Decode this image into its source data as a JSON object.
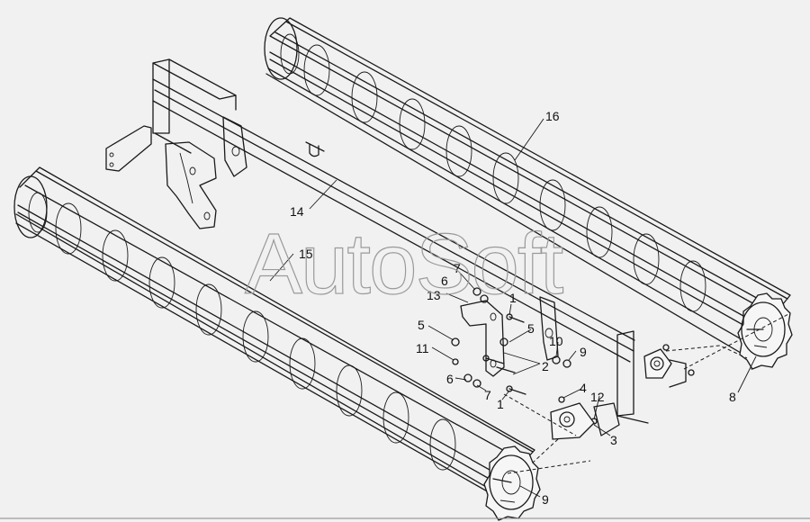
{
  "watermark": "AutoSoft",
  "callouts": [
    {
      "id": "c16",
      "text": "16"
    },
    {
      "id": "c14",
      "text": "14"
    },
    {
      "id": "c15",
      "text": "15"
    },
    {
      "id": "c7a",
      "text": "7"
    },
    {
      "id": "c6a",
      "text": "6"
    },
    {
      "id": "c13",
      "text": "13"
    },
    {
      "id": "c1a",
      "text": "1"
    },
    {
      "id": "c5a",
      "text": "5"
    },
    {
      "id": "c5b",
      "text": "5"
    },
    {
      "id": "c11",
      "text": "11"
    },
    {
      "id": "c10",
      "text": "10"
    },
    {
      "id": "c9a",
      "text": "9"
    },
    {
      "id": "c2",
      "text": "2"
    },
    {
      "id": "c6b",
      "text": "6"
    },
    {
      "id": "c7b",
      "text": "7"
    },
    {
      "id": "c1b",
      "text": "1"
    },
    {
      "id": "c4",
      "text": "4"
    },
    {
      "id": "c12",
      "text": "12"
    },
    {
      "id": "c3",
      "text": "3"
    },
    {
      "id": "c8",
      "text": "8"
    },
    {
      "id": "c9b",
      "text": "9"
    }
  ]
}
